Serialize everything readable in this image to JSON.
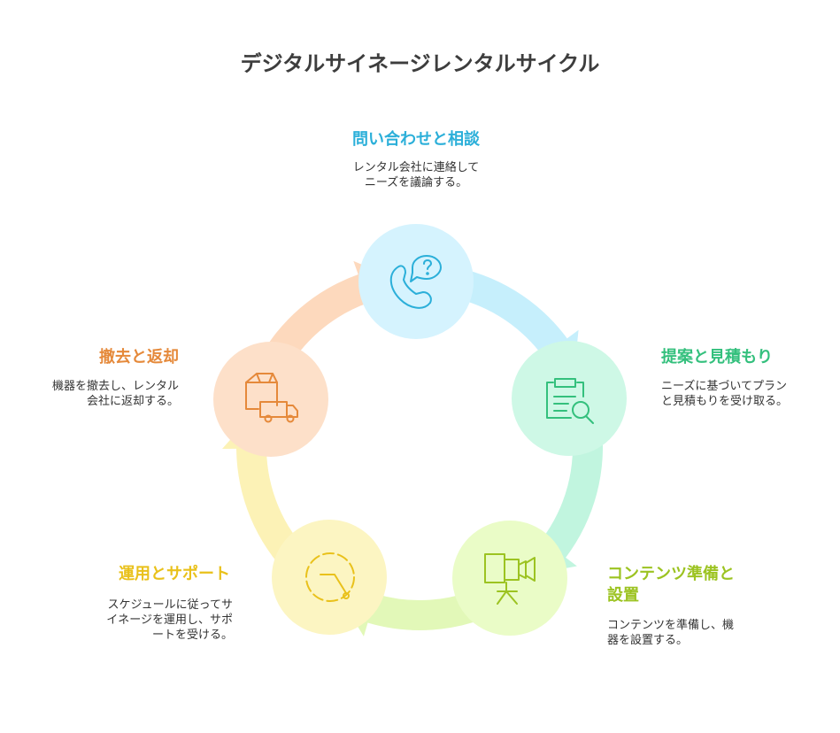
{
  "title": "デジタルサイネージレンタルサイクル",
  "steps": [
    {
      "title": "問い合わせと相談",
      "desc_lines": [
        "レンタル会社に連絡して",
        "ニーズを議論する。"
      ],
      "icon": "phone-question-icon",
      "color": "#2bafd9",
      "circle_color": "#d5f3fe",
      "arrow_color": "#c6effc"
    },
    {
      "title": "提案と見積もり",
      "desc_lines": [
        "ニーズに基づいてプラン",
        "と見積もりを受け取る。"
      ],
      "icon": "clipboard-search-icon",
      "color": "#34c07d",
      "circle_color": "#cef8e6",
      "arrow_color": "#c1f5df"
    },
    {
      "title_lines": [
        "コンテンツ準備と",
        "設置"
      ],
      "desc_lines": [
        "コンテンツを準備し、機",
        "器を設置する。"
      ],
      "icon": "camera-tripod-icon",
      "color": "#9cc321",
      "circle_color": "#eafcc7",
      "arrow_color": "#e2f8b8"
    },
    {
      "title": "運用とサポート",
      "desc_lines": [
        "スケジュールに従ってサ",
        "イネージを運用し、サポ",
        "ートを受ける。"
      ],
      "icon": "timer-icon",
      "color": "#e9c11b",
      "circle_color": "#fcf5c2",
      "arrow_color": "#fcf2b6"
    },
    {
      "title": "撤去と返却",
      "desc_lines": [
        "機器を撤去し、レンタル",
        "会社に返却する。"
      ],
      "icon": "box-truck-icon",
      "color": "#e5893a",
      "circle_color": "#fde0c9",
      "arrow_color": "#fdd9bd"
    }
  ]
}
